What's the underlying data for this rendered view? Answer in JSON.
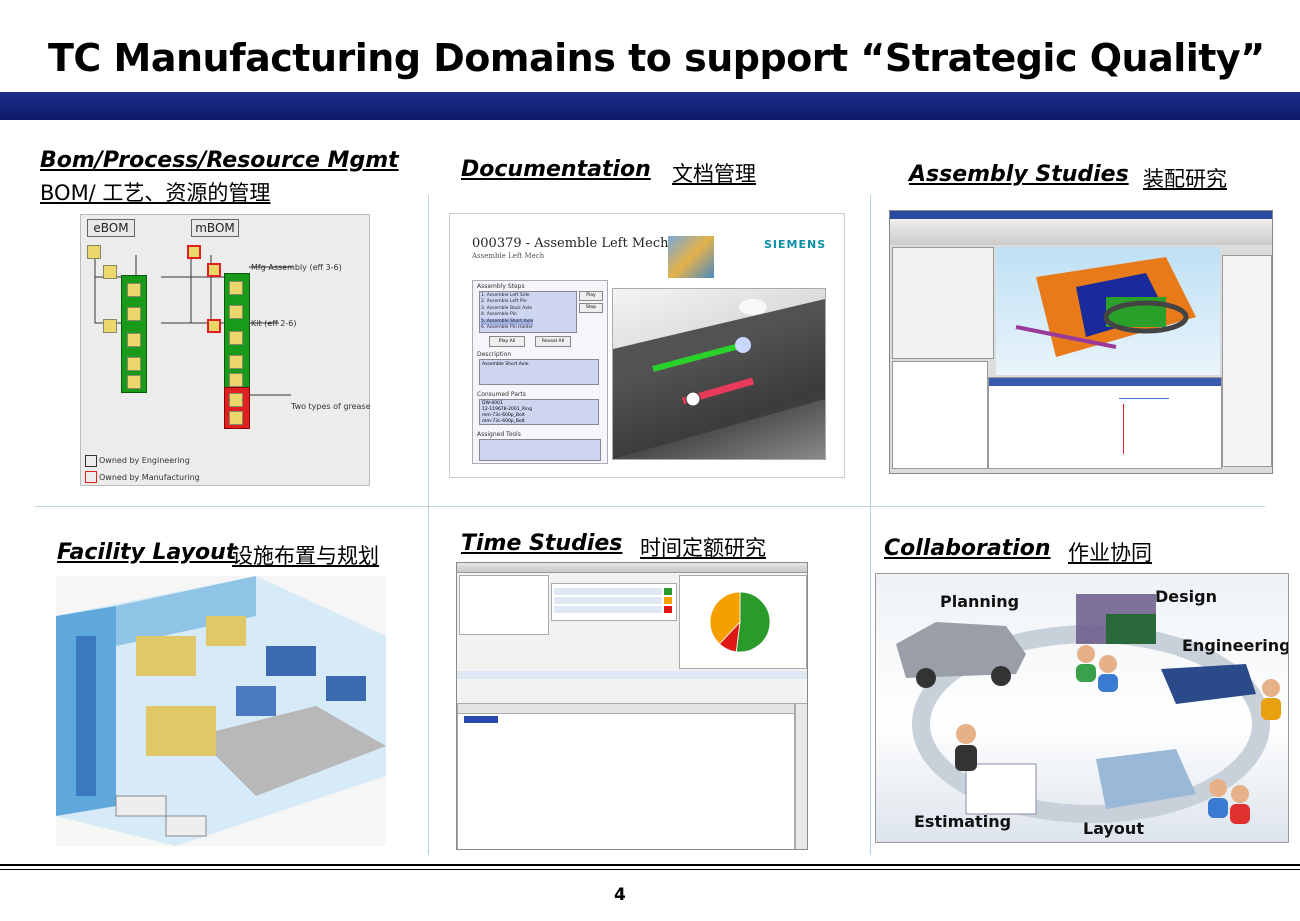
{
  "title": "TC Manufacturing Domains to support “Strategic Quality”",
  "sections": {
    "bom": {
      "heading": "Bom/Process/Resource Mgmt",
      "subtitle": "BOM/ 工艺、资源的管理",
      "diagram": {
        "ebom_label": "eBOM",
        "mbom_label": "mBOM",
        "mfg_assembly": "Mfg Assembly (eff 3-6)",
        "kit": "Kit (eff 2-6)",
        "grease": "Two types of grease",
        "legend_engineering": "Owned by Engineering",
        "legend_manufacturing": "Owned by Manufacturing"
      }
    },
    "documentation": {
      "heading": "Documentation",
      "subtitle": "文档管理",
      "doc": {
        "title": "000379 - Assemble Left Mech",
        "subtitle": "Assemble Left Mech",
        "brand": "SIEMENS",
        "assembly_steps_label": "Assembly Steps",
        "steps": [
          "1. Assemble Left Side",
          "2. Assemble Left Pin",
          "3. Assemble Back Axle",
          "4. Assemble Pin",
          "5. Assemble Short Axle",
          "6. Assemble Pin Holder"
        ],
        "play_button": "Play",
        "stop_button": "Stop",
        "play_all_button": "Play All",
        "reveal_all_button": "Reveal All",
        "description_label": "Description",
        "description_text": "Assemble Short Axle",
        "consumed_parts_label": "Consumed Parts",
        "consumed_parts": [
          "DW-0001",
          "12-119678-2001_Ring",
          "mm-73c-600p_Bolt",
          "mm-73c-600p_Bolt"
        ],
        "assigned_tools_label": "Assigned Tools"
      }
    },
    "assembly": {
      "heading": "Assembly Studies",
      "subtitle": "装配研究"
    },
    "facility": {
      "heading": "Facility Layout",
      "subtitle": "设施布置与规划"
    },
    "time": {
      "heading": "Time Studies",
      "subtitle": "时间定额研究",
      "pie": {
        "values": [
          52,
          10,
          38
        ],
        "colors": [
          "#2a9a2a",
          "#e01818",
          "#f5a000"
        ]
      }
    },
    "collaboration": {
      "heading": "Collaboration",
      "subtitle": "作业协同",
      "labels": {
        "planning": "Planning",
        "design": "Design",
        "engineering": "Engineering",
        "estimating": "Estimating",
        "layout": "Layout"
      }
    }
  },
  "page_number": "4",
  "colors": {
    "title_bar": "#1a2a85",
    "engineering_green": "#1a9a1a",
    "manufacturing_red": "#e02020"
  }
}
